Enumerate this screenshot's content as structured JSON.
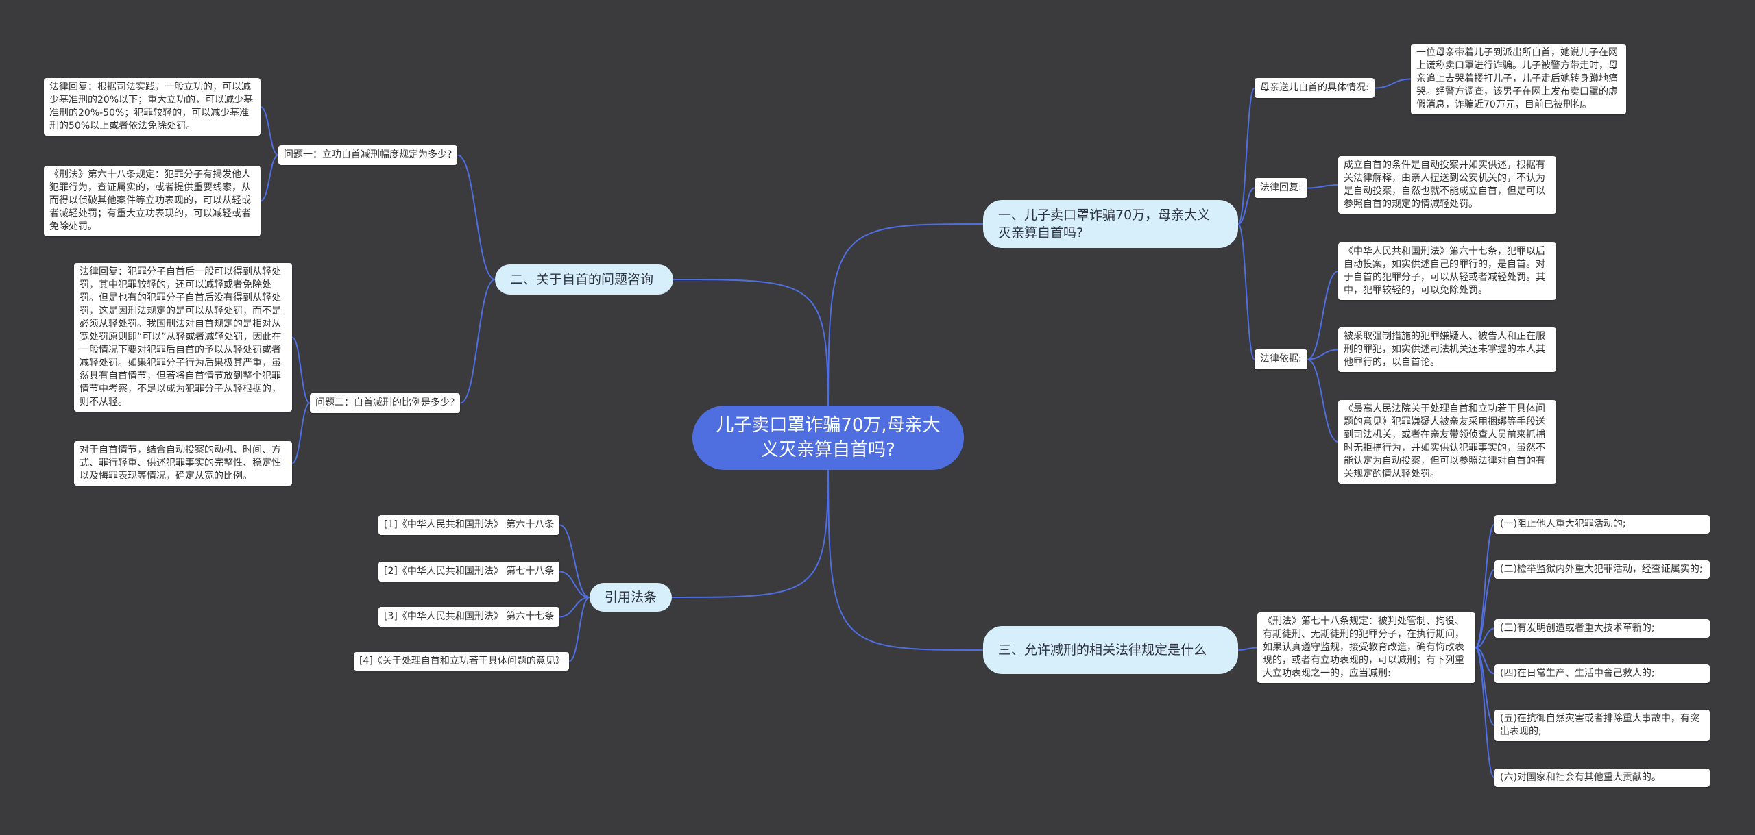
{
  "root": {
    "text": "儿子卖口罩诈骗70万,母亲大义灭亲算自首吗?"
  },
  "colors": {
    "background": "#3b3a3d",
    "root": "#4f6fe0",
    "topic": "#d7eefb",
    "line": "#4f6fe0",
    "leaf": "#ffffff"
  },
  "topics": {
    "t1": "一、儿子卖口罩诈骗70万，母亲大义灭亲算自首吗?",
    "t2": "二、关于自首的问题咨询",
    "t3": "三、允许减刑的相关法律规定是什么",
    "t4": "引用法条"
  },
  "t1": {
    "label_case": "母亲送儿自首的具体情况:",
    "case_text": "一位母亲带着儿子到派出所自首，她说儿子在网上谎称卖口罩进行诈骗。儿子被警方带走时，母亲追上去哭着搂打儿子，儿子走后她转身蹲地痛哭。经警方调查，该男子在网上发布卖口罩的虚假消息，诈骗近70万元，目前已被刑拘。",
    "label_reply": "法律回复:",
    "reply_text": "成立自首的条件是自动投案并如实供述，根据有关法律解释，由亲人扭送到公安机关的，不认为是自动投案，自然也就不能成立自首，但是可以参照自首的规定的情减轻处罚。",
    "label_basis": "法律依据:",
    "basis": [
      "《中华人民共和国刑法》第六十七条，犯罪以后自动投案，如实供述自己的罪行的，是自首。对于自首的犯罪分子，可以从轻或者减轻处罚。其中，犯罪较轻的，可以免除处罚。",
      "被采取强制措施的犯罪嫌疑人、被告人和正在服刑的罪犯，如实供述司法机关还未掌握的本人其他罪行的，以自首论。",
      "《最高人民法院关于处理自首和立功若干具体问题的意见》犯罪嫌疑人被亲友采用捆绑等手段送到司法机关，或者在亲友带领侦查人员前来抓捕时无拒捕行为，并如实供认犯罪事实的，虽然不能认定为自动投案，但可以参照法律对自首的有关规定酌情从轻处罚。"
    ]
  },
  "t2": {
    "q1": "问题一：立功自首减刑幅度规定为多少?",
    "q1_answers": [
      "法律回复：根据司法实践，一般立功的，可以减少基准刑的20%以下；重大立功的，可以减少基准刑的20%-50%；犯罪较轻的，可以减少基准刑的50%以上或者依法免除处罚。",
      "《刑法》第六十八条规定：犯罪分子有揭发他人犯罪行为，查证属实的，或者提供重要线索，从而得以侦破其他案件等立功表现的，可以从轻或者减轻处罚；有重大立功表现的，可以减轻或者免除处罚。"
    ],
    "q2": "问题二：自首减刑的比例是多少?",
    "q2_answers": [
      "法律回复：犯罪分子自首后一般可以得到从轻处罚，其中犯罪较轻的，还可以减轻或者免除处罚。但是也有的犯罪分子自首后没有得到从轻处罚，这是因刑法规定的是可以从轻处罚，而不是必须从轻处罚。我国刑法对自首规定的是相对从宽处罚原则即“可以”从轻或者减轻处罚，因此在一般情况下要对犯罪后自首的予以从轻处罚或者减轻处罚。如果犯罪分子行为后果极其严重，虽然具有自首情节，但若将自首情节放到整个犯罪情节中考察，不足以成为犯罪分子从轻根据的，则不从轻。",
      "对于自首情节，结合自动投案的动机、时间、方式、罪行轻重、供述犯罪事实的完整性、稳定性以及悔罪表现等情况，确定从宽的比例。"
    ]
  },
  "t3": {
    "law_text": "《刑法》第七十八条规定：被判处管制、拘役、有期徒刑、无期徒刑的犯罪分子，在执行期间，如果认真遵守监规，接受教育改造，确有悔改表现的，或者有立功表现的，可以减刑；有下列重大立功表现之一的，应当减刑:",
    "items": [
      "(一)阻止他人重大犯罪活动的;",
      "(二)检举监狱内外重大犯罪活动，经查证属实的;",
      "(三)有发明创造或者重大技术革新的;",
      "(四)在日常生产、生活中舍己救人的;",
      "(五)在抗御自然灾害或者排除重大事故中，有突出表现的;",
      "(六)对国家和社会有其他重大贡献的。"
    ]
  },
  "t4": {
    "items": [
      "[1]《中华人民共和国刑法》 第六十八条",
      "[2]《中华人民共和国刑法》 第七十八条",
      "[3]《中华人民共和国刑法》 第六十七条",
      "[4]《关于处理自首和立功若干具体问题的意见》"
    ]
  }
}
